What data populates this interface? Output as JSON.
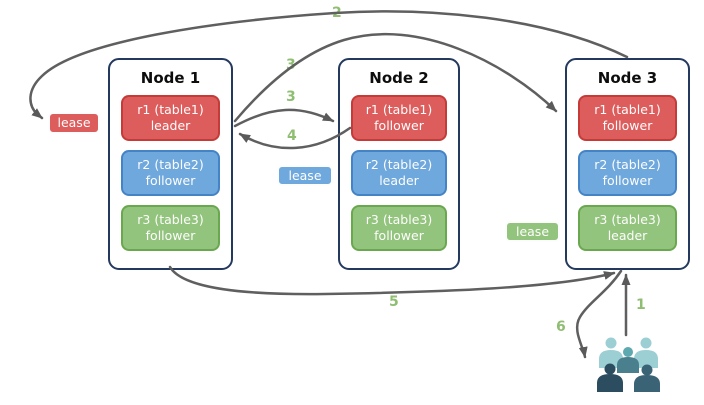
{
  "nodes": [
    {
      "title": "Node 1",
      "replicas": [
        {
          "name": "r1 (table1)",
          "role": "leader"
        },
        {
          "name": "r2 (table2)",
          "role": "follower"
        },
        {
          "name": "r3 (table3)",
          "role": "follower"
        }
      ]
    },
    {
      "title": "Node 2",
      "replicas": [
        {
          "name": "r1 (table1)",
          "role": "follower"
        },
        {
          "name": "r2 (table2)",
          "role": "leader"
        },
        {
          "name": "r3 (table3)",
          "role": "follower"
        }
      ]
    },
    {
      "title": "Node 3",
      "replicas": [
        {
          "name": "r1 (table1)",
          "role": "follower"
        },
        {
          "name": "r2 (table2)",
          "role": "follower"
        },
        {
          "name": "r3 (table3)",
          "role": "leader"
        }
      ]
    }
  ],
  "leases": [
    {
      "label": "lease",
      "color": "red"
    },
    {
      "label": "lease",
      "color": "blue"
    },
    {
      "label": "lease",
      "color": "green"
    }
  ],
  "steps": {
    "s1": "1",
    "s2": "2",
    "s3a": "3",
    "s3b": "3",
    "s4": "4",
    "s5": "5",
    "s6": "6"
  },
  "icons": {
    "users": "users-group-icon"
  },
  "colors": {
    "red_fill": "#dd5c5c",
    "red_border": "#c43b38",
    "blue_fill": "#6fa8dc",
    "blue_border": "#4484c6",
    "green_fill": "#93c47d",
    "green_border": "#6aa84f",
    "node_border": "#24395e",
    "arrow": "#5f5f5f",
    "step_number": "#8fbe72",
    "users_light": "#9bcfd3",
    "users_mid_head": "#5ea8b0",
    "users_mid_body": "#4a7f8d",
    "users_dark_left": "#2c4d60",
    "users_dark_right": "#3a6375"
  }
}
